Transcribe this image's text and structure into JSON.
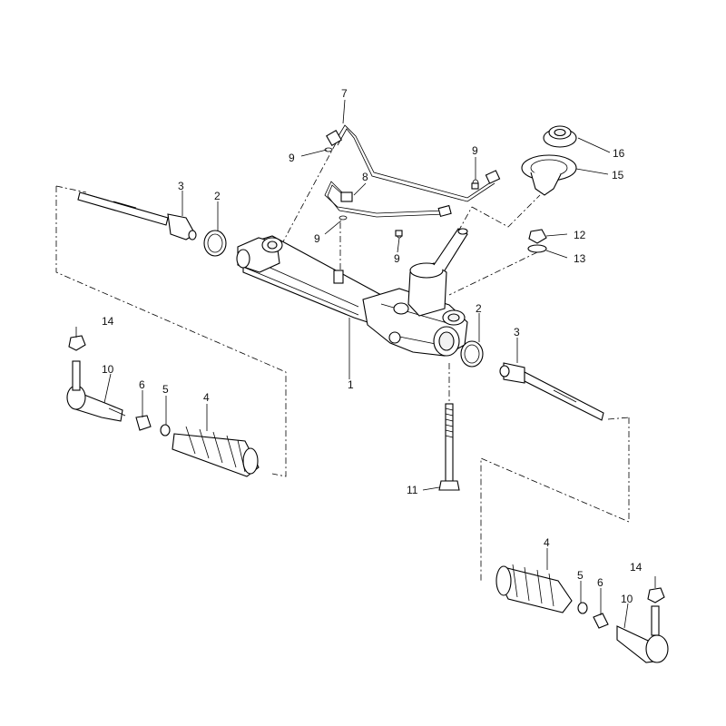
{
  "diagram": {
    "callouts": [
      {
        "id": "c1",
        "text": "1"
      },
      {
        "id": "c2a",
        "text": "2"
      },
      {
        "id": "c2b",
        "text": "2"
      },
      {
        "id": "c3a",
        "text": "3"
      },
      {
        "id": "c3b",
        "text": "3"
      },
      {
        "id": "c4a",
        "text": "4"
      },
      {
        "id": "c4b",
        "text": "4"
      },
      {
        "id": "c5a",
        "text": "5"
      },
      {
        "id": "c5b",
        "text": "5"
      },
      {
        "id": "c6a",
        "text": "6"
      },
      {
        "id": "c6b",
        "text": "6"
      },
      {
        "id": "c7",
        "text": "7"
      },
      {
        "id": "c8",
        "text": "8"
      },
      {
        "id": "c9a",
        "text": "9"
      },
      {
        "id": "c9b",
        "text": "9"
      },
      {
        "id": "c9c",
        "text": "9"
      },
      {
        "id": "c9d",
        "text": "9"
      },
      {
        "id": "c10a",
        "text": "10"
      },
      {
        "id": "c10b",
        "text": "10"
      },
      {
        "id": "c11",
        "text": "11"
      },
      {
        "id": "c12",
        "text": "12"
      },
      {
        "id": "c13",
        "text": "13"
      },
      {
        "id": "c14a",
        "text": "14"
      },
      {
        "id": "c14b",
        "text": "14"
      },
      {
        "id": "c15",
        "text": "15"
      },
      {
        "id": "c16",
        "text": "16"
      }
    ]
  }
}
